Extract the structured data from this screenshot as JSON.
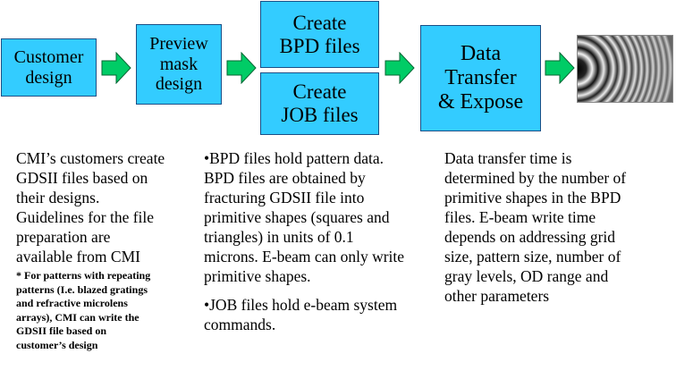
{
  "colors": {
    "box_fill": "#33ccff",
    "box_border": "#1b4f86",
    "arrow": "#00cc66",
    "arrow_border": "#006633"
  },
  "flow": {
    "customer_design": "Customer\ndesign",
    "preview_mask_design": "Preview\nmask\ndesign",
    "create_bpd": "Create\nBPD files",
    "create_job": "Create\nJOB files",
    "data_transfer": "Data\nTransfer\n& Expose",
    "arrow_icon": "right-arrow-icon",
    "output_image": "diffraction-ring-pattern"
  },
  "descriptions": {
    "customer": {
      "text": "CMI’s customers create\nGDSII files based on\ntheir designs.\nGuidelines for the file\npreparation are\navailable from CMI",
      "note": "* For patterns with repeating\npatterns (I.e. blazed gratings\nand refractive microlens\narrays), CMI can write the\nGDSII file based on\ncustomer’s design"
    },
    "bpd": "•BPD files hold pattern data.\nBPD files are obtained by\nfracturing GDSII file into\nprimitive shapes (squares and\ntriangles) in units of 0.1\nmicrons. E-beam can only write\nprimitive shapes.",
    "job": "•JOB files hold e-beam system\ncommands.",
    "transfer": "Data transfer time is\ndetermined by the number of\nprimitive shapes in the BPD\nfiles.  E-beam write time\ndepends on addressing grid\nsize, pattern size, number of\ngray levels, OD range and\nother parameters"
  }
}
